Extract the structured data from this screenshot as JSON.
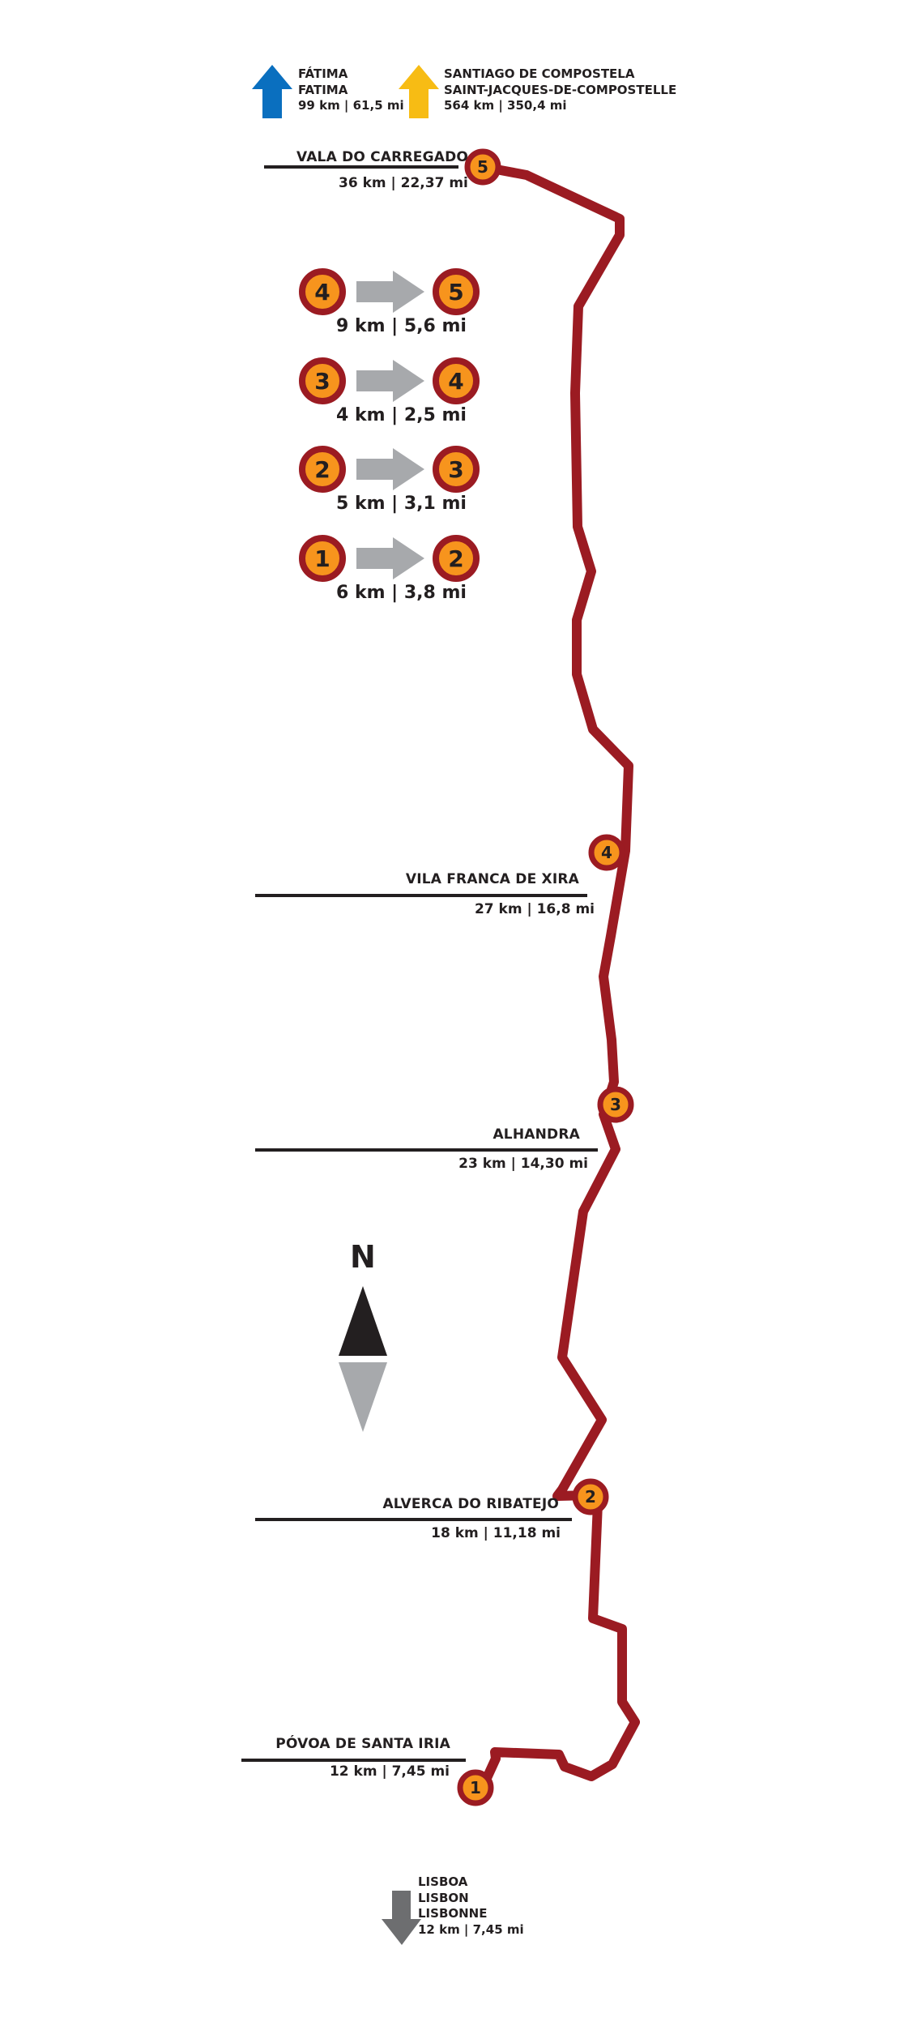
{
  "destinations": {
    "fatima": {
      "line1": "FÁTIMA",
      "line2": "FATIMA",
      "distance": "99 km | 61,5 mi",
      "color": "#0a6fbf"
    },
    "santiago": {
      "line1": "SANTIAGO DE COMPOSTELA",
      "line2": "SAINT-JACQUES-DE-COMPOSTELLE",
      "distance": "564 km | 350,4 mi",
      "color": "#f7bc14"
    },
    "lisboa": {
      "line1": "LISBOA",
      "line2": "LISBON",
      "line3": "LISBONNE",
      "distance": "12 km | 7,45 mi",
      "color": "#6d6e70"
    }
  },
  "places": [
    {
      "name": "VALA DO CARREGADO",
      "distance": "36 km | 22,37 mi"
    },
    {
      "name": "VILA FRANCA DE XIRA",
      "distance": "27 km | 16,8 mi"
    },
    {
      "name": "ALHANDRA",
      "distance": "23 km | 14,30 mi"
    },
    {
      "name": "ALVERCA DO RIBATEJO",
      "distance": "18 km | 11,18 mi"
    },
    {
      "name": "PÓVOA DE SANTA IRIA",
      "distance": "12 km | 7,45 mi"
    }
  ],
  "stages": [
    {
      "from": "4",
      "to": "5",
      "distance": "9 km | 5,6 mi"
    },
    {
      "from": "3",
      "to": "4",
      "distance": "4 km | 2,5 mi"
    },
    {
      "from": "2",
      "to": "3",
      "distance": "5 km | 3,1 mi"
    },
    {
      "from": "1",
      "to": "2",
      "distance": "6 km | 3,8 mi"
    }
  ],
  "waypoints": [
    "1",
    "2",
    "3",
    "4",
    "5"
  ],
  "compass": {
    "label": "N"
  },
  "colors": {
    "route": "#9b1b22",
    "marker_fill": "#f7941d",
    "marker_ring": "#9b1b22",
    "stage_arrow": "#a7a9ac",
    "compass_north": "#231f20",
    "compass_south": "#a7a9ac",
    "text": "#231f20"
  }
}
